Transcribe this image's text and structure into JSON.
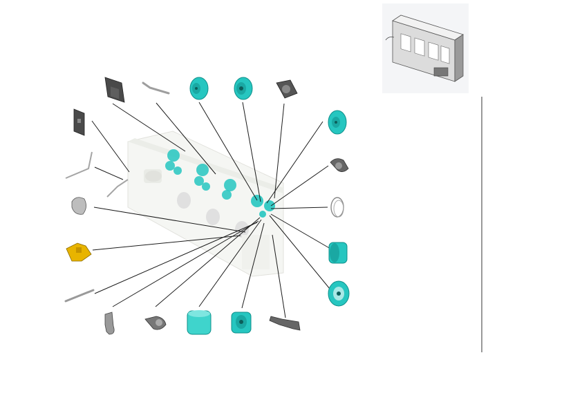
{
  "page": {
    "background": "#ffffff"
  },
  "colors": {
    "part_cyan": "#26c6c0",
    "part_cyan_dark": "#0f8f8a",
    "part_gray": "#b8b8b8",
    "part_dark": "#4a4a4a",
    "part_yellow": "#e8b400",
    "leader_line": "#1a1a1a",
    "assembly_body": "#e9eae6",
    "divider": "#333333"
  },
  "diagram": {
    "description_visible_text": "",
    "parts": [
      {
        "id": "cover-plate",
        "icon": "plate-icon"
      },
      {
        "id": "rod",
        "icon": "rod-icon"
      },
      {
        "id": "gear-large-1",
        "icon": "gear-icon"
      },
      {
        "id": "gear-large-2",
        "icon": "gear-icon"
      },
      {
        "id": "gear-bracket",
        "icon": "bracket-icon"
      },
      {
        "id": "gear-right-1",
        "icon": "gear-icon"
      },
      {
        "id": "clutch-arm",
        "icon": "clutch-icon"
      },
      {
        "id": "spring",
        "icon": "spring-icon"
      },
      {
        "id": "roller-cyan",
        "icon": "roller-icon"
      },
      {
        "id": "pulley-cyan",
        "icon": "pulley-icon"
      },
      {
        "id": "lever-plate",
        "icon": "lever-icon"
      },
      {
        "id": "roller-small",
        "icon": "roller-icon"
      },
      {
        "id": "roller-cylinder",
        "icon": "cylinder-icon"
      },
      {
        "id": "knob-shaft",
        "icon": "knob-icon"
      },
      {
        "id": "hook-bracket",
        "icon": "hook-icon"
      },
      {
        "id": "shaft",
        "icon": "shaft-icon"
      },
      {
        "id": "yellow-connector",
        "icon": "connector-icon"
      },
      {
        "id": "gray-cam",
        "icon": "cam-icon"
      },
      {
        "id": "wire-left",
        "icon": "wire-icon"
      },
      {
        "id": "bracket-left",
        "icon": "bracket-icon"
      }
    ]
  }
}
